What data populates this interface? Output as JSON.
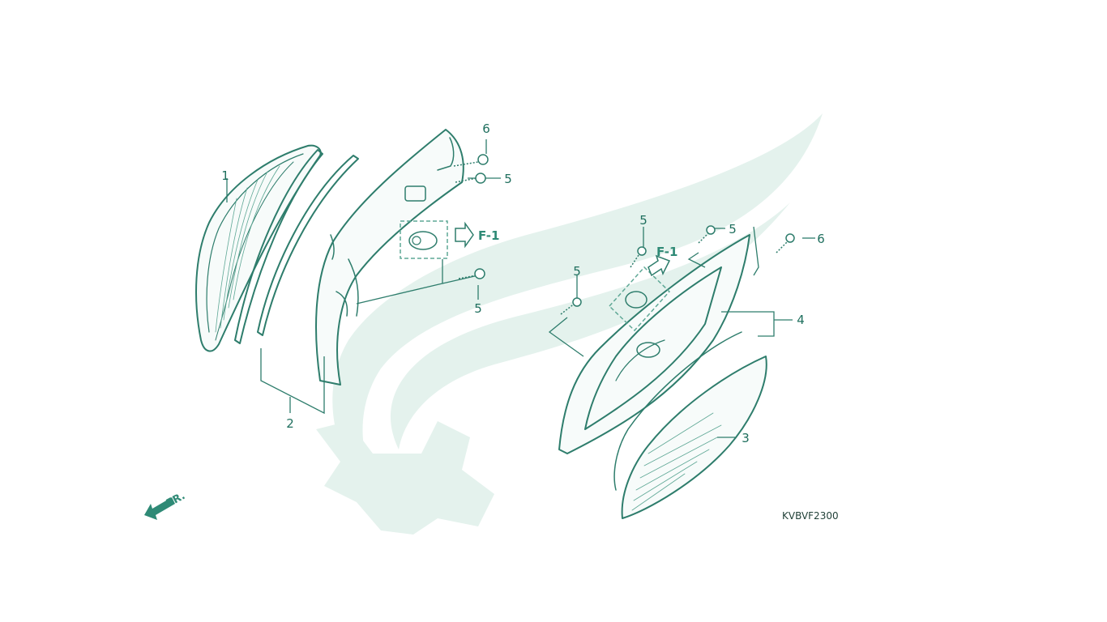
{
  "colors": {
    "line": "#2e7d6c",
    "line_light": "#5fa896",
    "watermark": "#e3f1ec",
    "label": "#1f6f5e",
    "reference": "#2f8a76"
  },
  "callouts": {
    "c1": "1",
    "c2": "2",
    "c3": "3",
    "c4": "4",
    "c5a": "5",
    "c5b": "5",
    "c5c": "5",
    "c5d": "5",
    "c5e": "5",
    "c6a": "6",
    "c6b": "6"
  },
  "references": {
    "left": "F-1",
    "right": "F-1"
  },
  "direction_label": "FR.",
  "diagram_code": "KVBVF2300",
  "icons": [
    "front-direction-arrow-icon",
    "watermark-logo-icon"
  ]
}
